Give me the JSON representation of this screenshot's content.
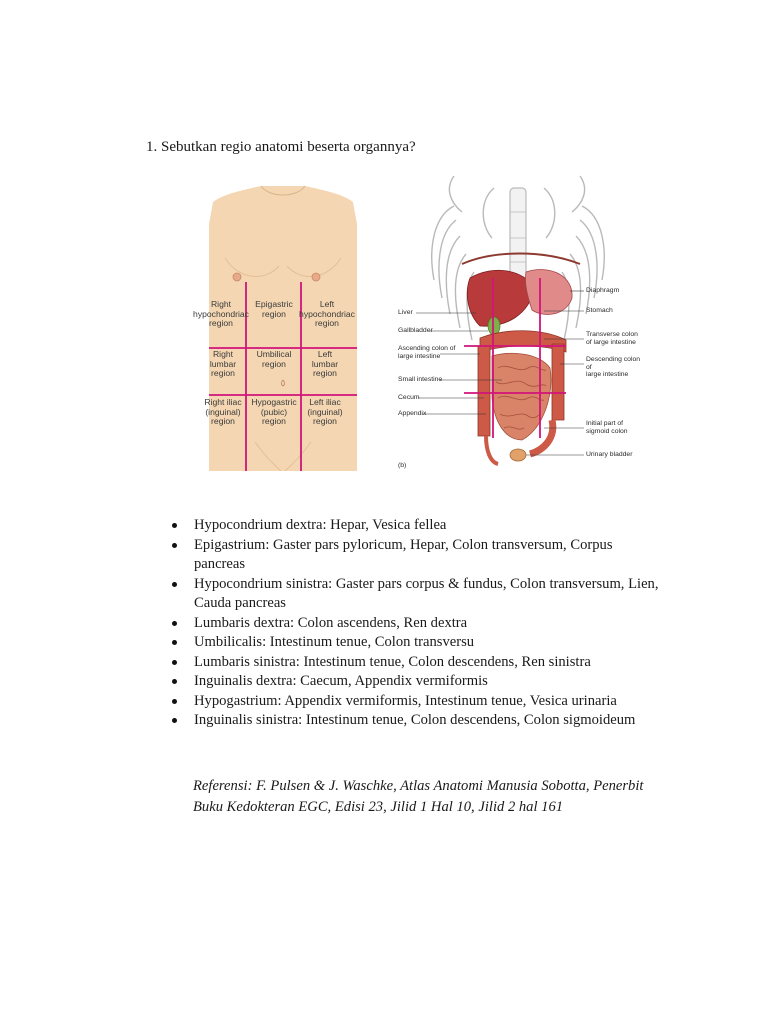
{
  "question": "1. Sebutkan regio anatomi beserta organnya?",
  "figure_left": {
    "regions": [
      "Right hypochondriac region",
      "Epigastric region",
      "Left hypochondriac region",
      "Right lumbar region",
      "Umbilical region",
      "Left lumbar region",
      "Right iliac (inguinal) region",
      "Hypogastric (pubic) region",
      "Left iliac (inguinal) region"
    ],
    "region_lines": [
      [
        "Right",
        "hypochondriac",
        "region"
      ],
      [
        "Epigastric",
        "region"
      ],
      [
        "Left",
        "hypochondriac",
        "region"
      ],
      [
        "Right",
        "lumbar",
        "region"
      ],
      [
        "Umbilical",
        "region"
      ],
      [
        "Left",
        "lumbar",
        "region"
      ],
      [
        "Right iliac",
        "(inguinal)",
        "region"
      ],
      [
        "Hypogastric",
        "(pubic)",
        "region"
      ],
      [
        "Left iliac",
        "(inguinal)",
        "region"
      ]
    ],
    "skin_color": "#f4d7b2",
    "grid_color": "#d1147a"
  },
  "figure_right": {
    "labels_left": {
      "liver": "Liver",
      "gallbladder": "Gallbladder",
      "ascending_colon_1": "Ascending colon of",
      "ascending_colon_2": "large intestine",
      "small_intestine": "Small intestine",
      "cecum": "Cecum",
      "appendix": "Appendix"
    },
    "labels_right": {
      "diaphragm": "Diaphragm",
      "stomach": "Stomach",
      "transverse_colon_1": "Transverse colon",
      "transverse_colon_2": "of large intestine",
      "descending_colon_1": "Descending colon of",
      "descending_colon_2": "large intestine",
      "sigmoid_1": "Initial part of",
      "sigmoid_2": "sigmoid colon",
      "bladder": "Urinary bladder"
    },
    "panel_tag": "(b)",
    "organ_color": "#d24a3f",
    "grid_color": "#d1147a"
  },
  "bullets": [
    "Hypocondrium dextra: Hepar, Vesica fellea",
    "Epigastrium: Gaster pars pyloricum, Hepar, Colon transversum, Corpus pancreas",
    "Hypocondrium sinistra: Gaster pars corpus & fundus, Colon transversum, Lien, Cauda pancreas",
    "Lumbaris dextra: Colon ascendens, Ren dextra",
    "Umbilicalis: Intestinum tenue, Colon transversu",
    "Lumbaris sinistra: Intestinum tenue, Colon descendens, Ren sinistra",
    "Inguinalis dextra: Caecum, Appendix vermiformis",
    "Hypogastrium: Appendix vermiformis, Intestinum tenue, Vesica urinaria",
    "Inguinalis sinistra: Intestinum tenue, Colon descendens, Colon sigmoideum"
  ],
  "reference": "Referensi: F. Pulsen & J. Waschke, Atlas Anatomi Manusia Sobotta, Penerbit Buku Kedokteran EGC, Edisi 23, Jilid 1 Hal 10, Jilid 2 hal 161"
}
